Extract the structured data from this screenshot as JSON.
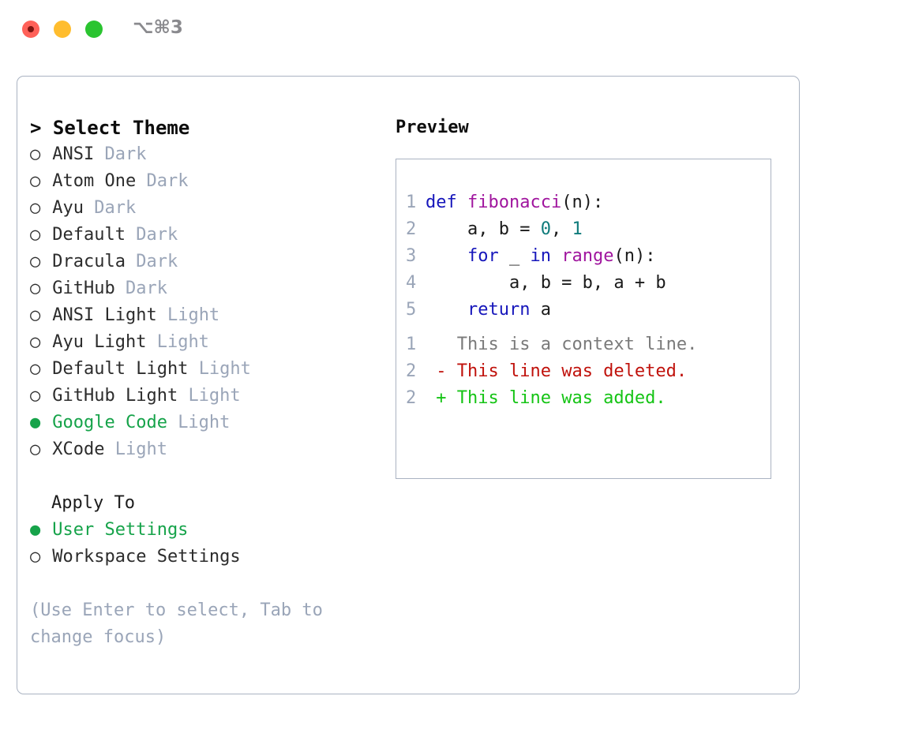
{
  "window": {
    "shortcut_label": "⌥⌘3",
    "traffic_lights": [
      "close",
      "minimize",
      "maximize"
    ]
  },
  "theme_panel": {
    "header": "> Select Theme",
    "prompt_marker": ">",
    "selected_bullet": "●",
    "unselected_bullet": "○",
    "accent_color": "#16a34a",
    "mode_color": "#9aa5b8",
    "items": [
      {
        "name": "ANSI",
        "mode": "Dark",
        "selected": false
      },
      {
        "name": "Atom One",
        "mode": "Dark",
        "selected": false
      },
      {
        "name": "Ayu",
        "mode": "Dark",
        "selected": false
      },
      {
        "name": "Default",
        "mode": "Dark",
        "selected": false
      },
      {
        "name": "Dracula",
        "mode": "Dark",
        "selected": false
      },
      {
        "name": "GitHub",
        "mode": "Dark",
        "selected": false
      },
      {
        "name": "ANSI Light",
        "mode": "Light",
        "selected": false
      },
      {
        "name": "Ayu Light",
        "mode": "Light",
        "selected": false
      },
      {
        "name": "Default Light",
        "mode": "Light",
        "selected": false
      },
      {
        "name": "GitHub Light",
        "mode": "Light",
        "selected": false
      },
      {
        "name": "Google Code",
        "mode": "Light",
        "selected": true
      },
      {
        "name": "XCode",
        "mode": "Light",
        "selected": false
      }
    ]
  },
  "apply_to": {
    "title": "Apply To",
    "options": [
      {
        "label": "User Settings",
        "selected": true
      },
      {
        "label": "Workspace Settings",
        "selected": false
      }
    ]
  },
  "hint": {
    "text": "(Use Enter to select, Tab to change focus)"
  },
  "preview": {
    "header": "Preview",
    "code": {
      "language": "python",
      "lines": [
        {
          "number": "1",
          "tokens": [
            {
              "t": "def",
              "c": "kw"
            },
            {
              "t": " ",
              "c": "pl"
            },
            {
              "t": "fibonacci",
              "c": "fn"
            },
            {
              "t": "(n):",
              "c": "pl"
            }
          ]
        },
        {
          "number": "2",
          "tokens": [
            {
              "t": "    a, b = ",
              "c": "pl"
            },
            {
              "t": "0",
              "c": "num"
            },
            {
              "t": ", ",
              "c": "pl"
            },
            {
              "t": "1",
              "c": "num"
            }
          ]
        },
        {
          "number": "3",
          "tokens": [
            {
              "t": "    ",
              "c": "pl"
            },
            {
              "t": "for",
              "c": "kw"
            },
            {
              "t": " _ ",
              "c": "pl"
            },
            {
              "t": "in",
              "c": "kw"
            },
            {
              "t": " ",
              "c": "pl"
            },
            {
              "t": "range",
              "c": "fn"
            },
            {
              "t": "(n):",
              "c": "pl"
            }
          ]
        },
        {
          "number": "4",
          "tokens": [
            {
              "t": "        a, b = b, a + b",
              "c": "pl"
            }
          ]
        },
        {
          "number": "5",
          "tokens": [
            {
              "t": "    ",
              "c": "pl"
            },
            {
              "t": "return",
              "c": "kw"
            },
            {
              "t": " a",
              "c": "pl"
            }
          ]
        }
      ]
    },
    "diff": {
      "lines": [
        {
          "number": "1",
          "marker": " ",
          "text": "This is a context line.",
          "kind": "context"
        },
        {
          "number": "2",
          "marker": "-",
          "text": "This line was deleted.",
          "kind": "removed"
        },
        {
          "number": "2",
          "marker": "+",
          "text": "This line was added.",
          "kind": "added"
        }
      ]
    }
  }
}
